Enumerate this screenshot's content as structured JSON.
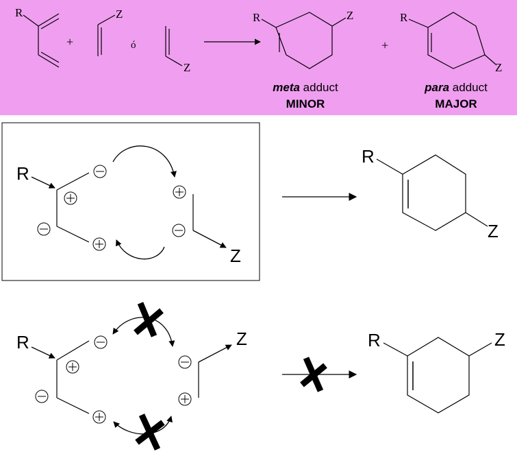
{
  "top_panel": {
    "background": "#f09ef0",
    "substituent_r": "R",
    "substituent_z": "Z",
    "plus": "+",
    "or_word": "ó",
    "meta_caption_italic": "meta",
    "meta_caption_rest": " adduct",
    "meta_status": "MINOR",
    "para_caption_italic": "para",
    "para_caption_rest": " adduct",
    "para_status": "MAJOR"
  },
  "mechanism_favored": {
    "r_label": "R",
    "z_label": "Z",
    "product_r": "R",
    "product_z": "Z"
  },
  "mechanism_disfavored": {
    "r_label": "R",
    "z_label": "Z",
    "product_r": "R",
    "product_z": "Z"
  },
  "charges": {
    "plus": "+",
    "minus": "−"
  }
}
